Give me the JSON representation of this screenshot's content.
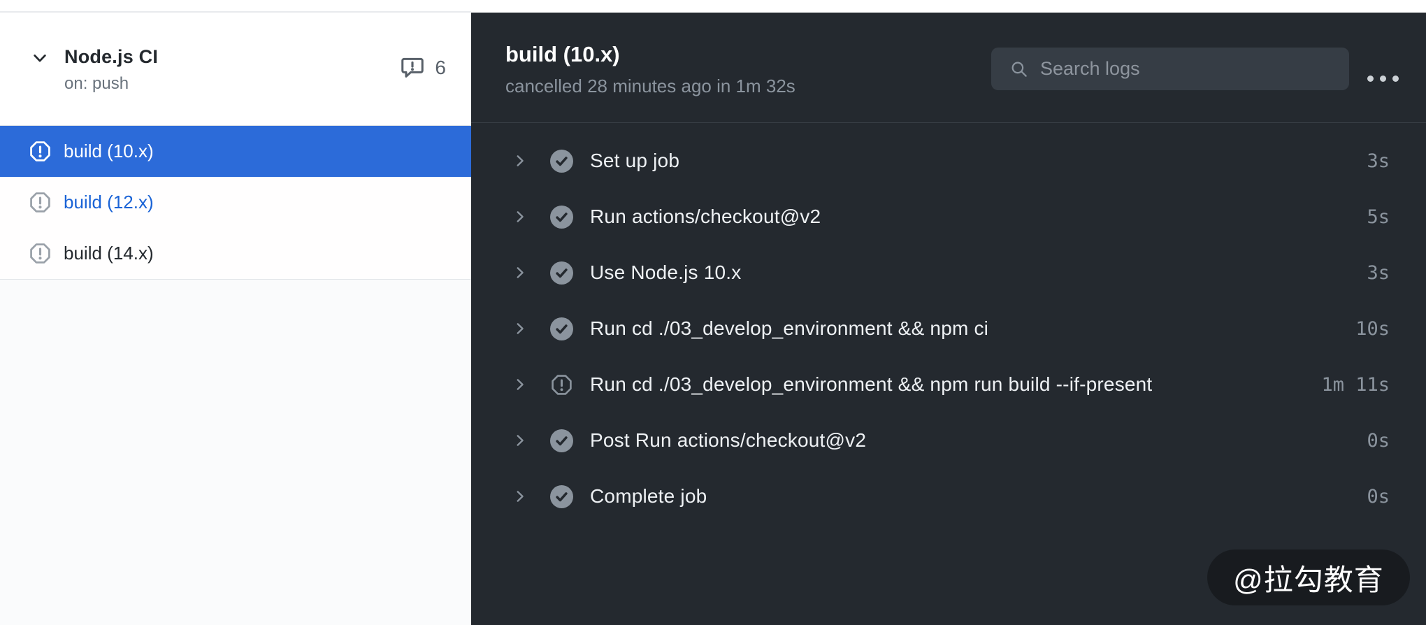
{
  "workflow": {
    "name": "Node.js CI",
    "trigger": "on: push",
    "annotation_count": "6"
  },
  "sidebar": {
    "jobs": [
      {
        "label": "build (10.x)",
        "state": "selected",
        "status": "cancelled"
      },
      {
        "label": "build (12.x)",
        "state": "link",
        "status": "cancelled"
      },
      {
        "label": "build (14.x)",
        "state": "default",
        "status": "cancelled"
      }
    ]
  },
  "panel": {
    "title": "build (10.x)",
    "status_line": "cancelled 28 minutes ago in 1m 32s",
    "search_placeholder": "Search logs",
    "steps": [
      {
        "name": "Set up job",
        "duration": "3s",
        "status": "success"
      },
      {
        "name": "Run actions/checkout@v2",
        "duration": "5s",
        "status": "success"
      },
      {
        "name": "Use Node.js 10.x",
        "duration": "3s",
        "status": "success"
      },
      {
        "name": "Run cd ./03_develop_environment && npm ci",
        "duration": "10s",
        "status": "success"
      },
      {
        "name": "Run cd ./03_develop_environment && npm run build --if-present",
        "duration": "1m 11s",
        "status": "cancelled"
      },
      {
        "name": "Post Run actions/checkout@v2",
        "duration": "0s",
        "status": "success"
      },
      {
        "name": "Complete job",
        "duration": "0s",
        "status": "success"
      }
    ]
  },
  "watermark": {
    "text": "@拉勾教育"
  },
  "colors": {
    "selected_job_bg": "#2c6bd9",
    "job_link_blue": "#1a63d6",
    "panel_bg": "#24292f",
    "panel_muted_text": "#8b949e",
    "search_input_bg": "#363d45",
    "sidebar_bg": "#fafbfc",
    "light_border": "#e1e4e8",
    "annotation_gray": "#586069"
  }
}
